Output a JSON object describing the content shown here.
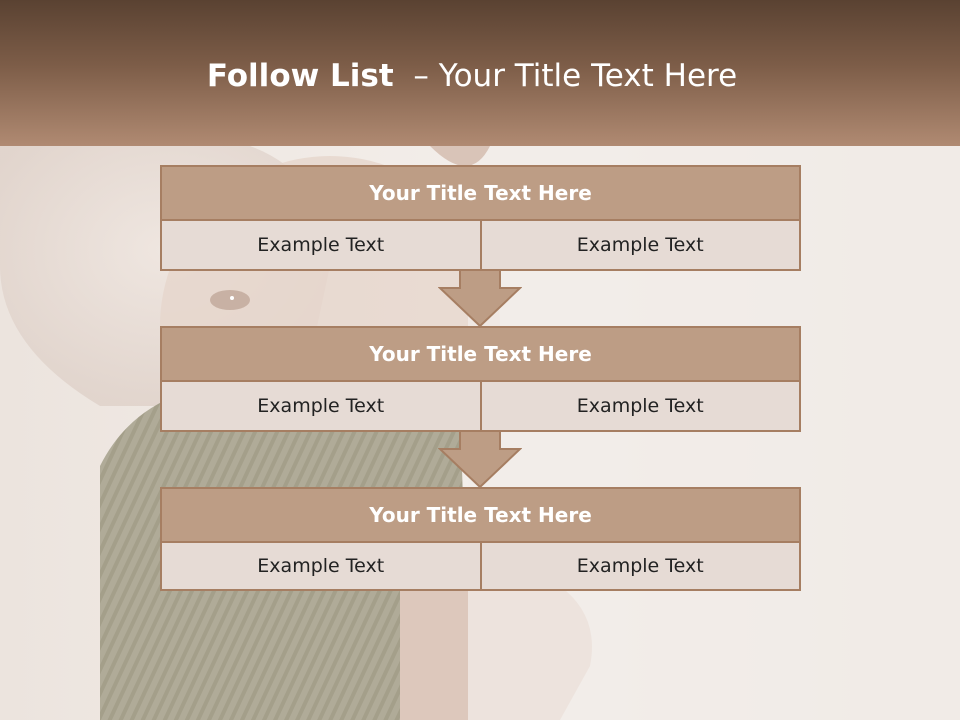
{
  "slide": {
    "title_bold": "Follow List",
    "title_rest": "  – Your Title Text Here"
  },
  "steps": [
    {
      "title": "Your Title Text Here",
      "left": "Example Text",
      "right": "Example Text"
    },
    {
      "title": "Your Title Text Here",
      "left": "Example Text",
      "right": "Example Text"
    },
    {
      "title": "Your Title Text Here",
      "left": "Example Text",
      "right": "Example Text"
    }
  ],
  "colors": {
    "header_dark": "#5a4232",
    "header_light": "#b08a72",
    "box_fill": "#bd9d85",
    "box_border": "#a67e62",
    "cell_fill": "#e6dbd5"
  }
}
